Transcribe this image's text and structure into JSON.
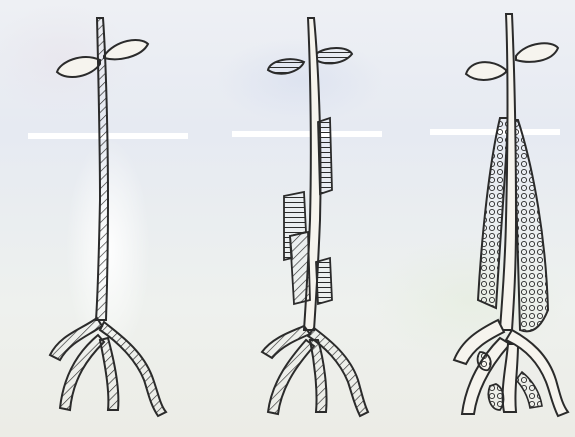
{
  "figure": {
    "panels": [
      {
        "id": "A",
        "style": "uniform-banded-trunk"
      },
      {
        "id": "B",
        "style": "patchy-banded-trunk"
      },
      {
        "id": "C",
        "style": "thickened-cellular-trunk"
      }
    ],
    "colors": {
      "ink": "#2b2b2b",
      "paper": "#eef0f4",
      "highlight": "#ffffff",
      "fill": "#f6f4ee"
    }
  }
}
